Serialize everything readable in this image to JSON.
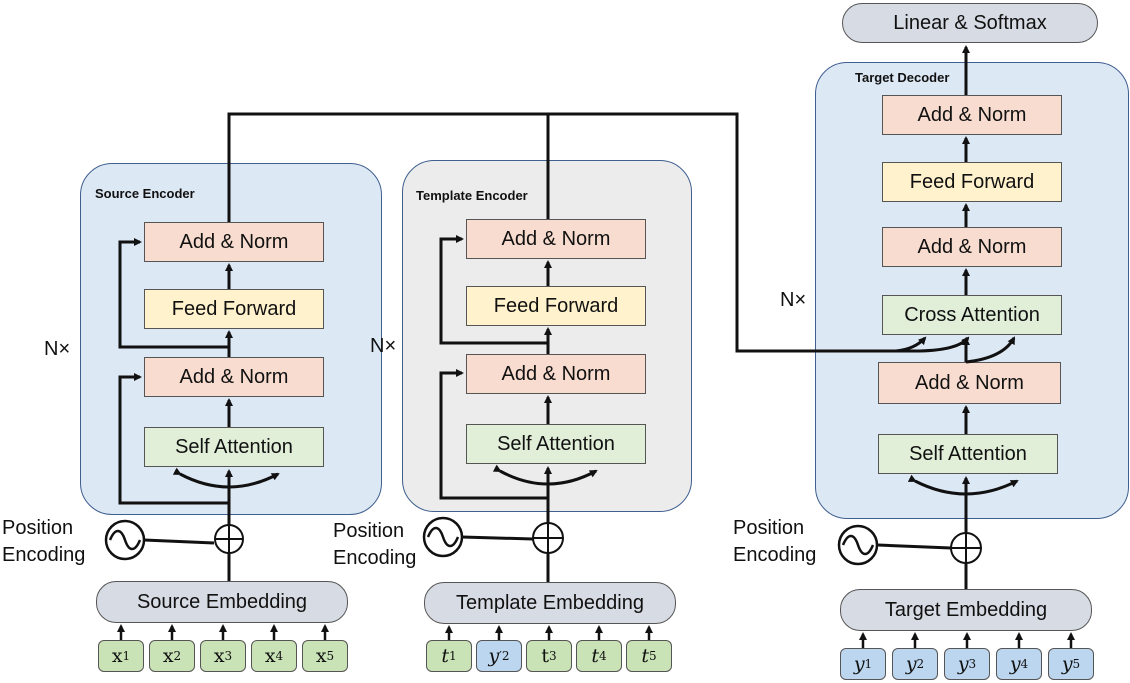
{
  "source_encoder": {
    "title": "Source Encoder",
    "repeat_label": "N×",
    "add_norm_top": "Add & Norm",
    "feed_forward": "Feed Forward",
    "add_norm_bottom": "Add & Norm",
    "self_attention": "Self Attention",
    "position_encoding": [
      "Position",
      "Encoding"
    ],
    "embedding": "Source Embedding",
    "tokens": [
      {
        "base": "x",
        "sub": "1",
        "sup": "",
        "italic": false,
        "color": "green"
      },
      {
        "base": "x",
        "sub": "2",
        "sup": "",
        "italic": false,
        "color": "green"
      },
      {
        "base": "x",
        "sub": "3",
        "sup": "",
        "italic": false,
        "color": "green"
      },
      {
        "base": "x",
        "sub": "4",
        "sup": "",
        "italic": false,
        "color": "green"
      },
      {
        "base": "x",
        "sub": "5",
        "sup": "",
        "italic": false,
        "color": "green"
      }
    ]
  },
  "template_encoder": {
    "title": "Template Encoder",
    "repeat_label": "N×",
    "add_norm_top": "Add & Norm",
    "feed_forward": "Feed Forward",
    "add_norm_bottom": "Add & Norm",
    "self_attention": "Self Attention",
    "position_encoding": [
      "Position",
      "Encoding"
    ],
    "embedding": "Template Embedding",
    "tokens": [
      {
        "base": "t",
        "sub": "1",
        "sup": "",
        "italic": true,
        "color": "green"
      },
      {
        "base": "y",
        "sub": "2",
        "sup": "′",
        "italic": true,
        "color": "blue"
      },
      {
        "base": "t",
        "sub": "3",
        "sup": "",
        "italic": false,
        "color": "green"
      },
      {
        "base": "t",
        "sub": "4",
        "sup": "",
        "italic": true,
        "color": "green"
      },
      {
        "base": "t",
        "sub": "5",
        "sup": "",
        "italic": true,
        "color": "green"
      }
    ]
  },
  "target_decoder": {
    "title": "Target Decoder",
    "repeat_label": "N×",
    "output": "Linear & Softmax",
    "add_norm_top": "Add & Norm",
    "feed_forward": "Feed Forward",
    "add_norm_mid": "Add & Norm",
    "cross_attention": "Cross Attention",
    "add_norm_bottom": "Add & Norm",
    "self_attention": "Self Attention",
    "position_encoding": [
      "Position",
      "Encoding"
    ],
    "embedding": "Target Embedding",
    "tokens": [
      {
        "base": "y",
        "sub": "1",
        "sup": "",
        "italic": true,
        "color": "blue"
      },
      {
        "base": "y",
        "sub": "2",
        "sup": "",
        "italic": true,
        "color": "blue"
      },
      {
        "base": "y",
        "sub": "3",
        "sup": "",
        "italic": true,
        "color": "blue"
      },
      {
        "base": "y",
        "sub": "4",
        "sup": "",
        "italic": true,
        "color": "blue"
      },
      {
        "base": "y",
        "sub": "5",
        "sup": "",
        "italic": true,
        "color": "blue"
      }
    ]
  },
  "icons": {
    "sinusoid": "sine-wave-icon",
    "add": "circled-plus-icon"
  },
  "colors": {
    "panel_blue": "#dde8f5",
    "panel_gray": "#ececec",
    "add_norm": "#f8dccf",
    "feed_forward": "#fff2cc",
    "attention": "#e1efd9",
    "embedding": "#d7dbe3",
    "token_green": "#c9e3b6",
    "token_blue": "#bcd6ef"
  }
}
